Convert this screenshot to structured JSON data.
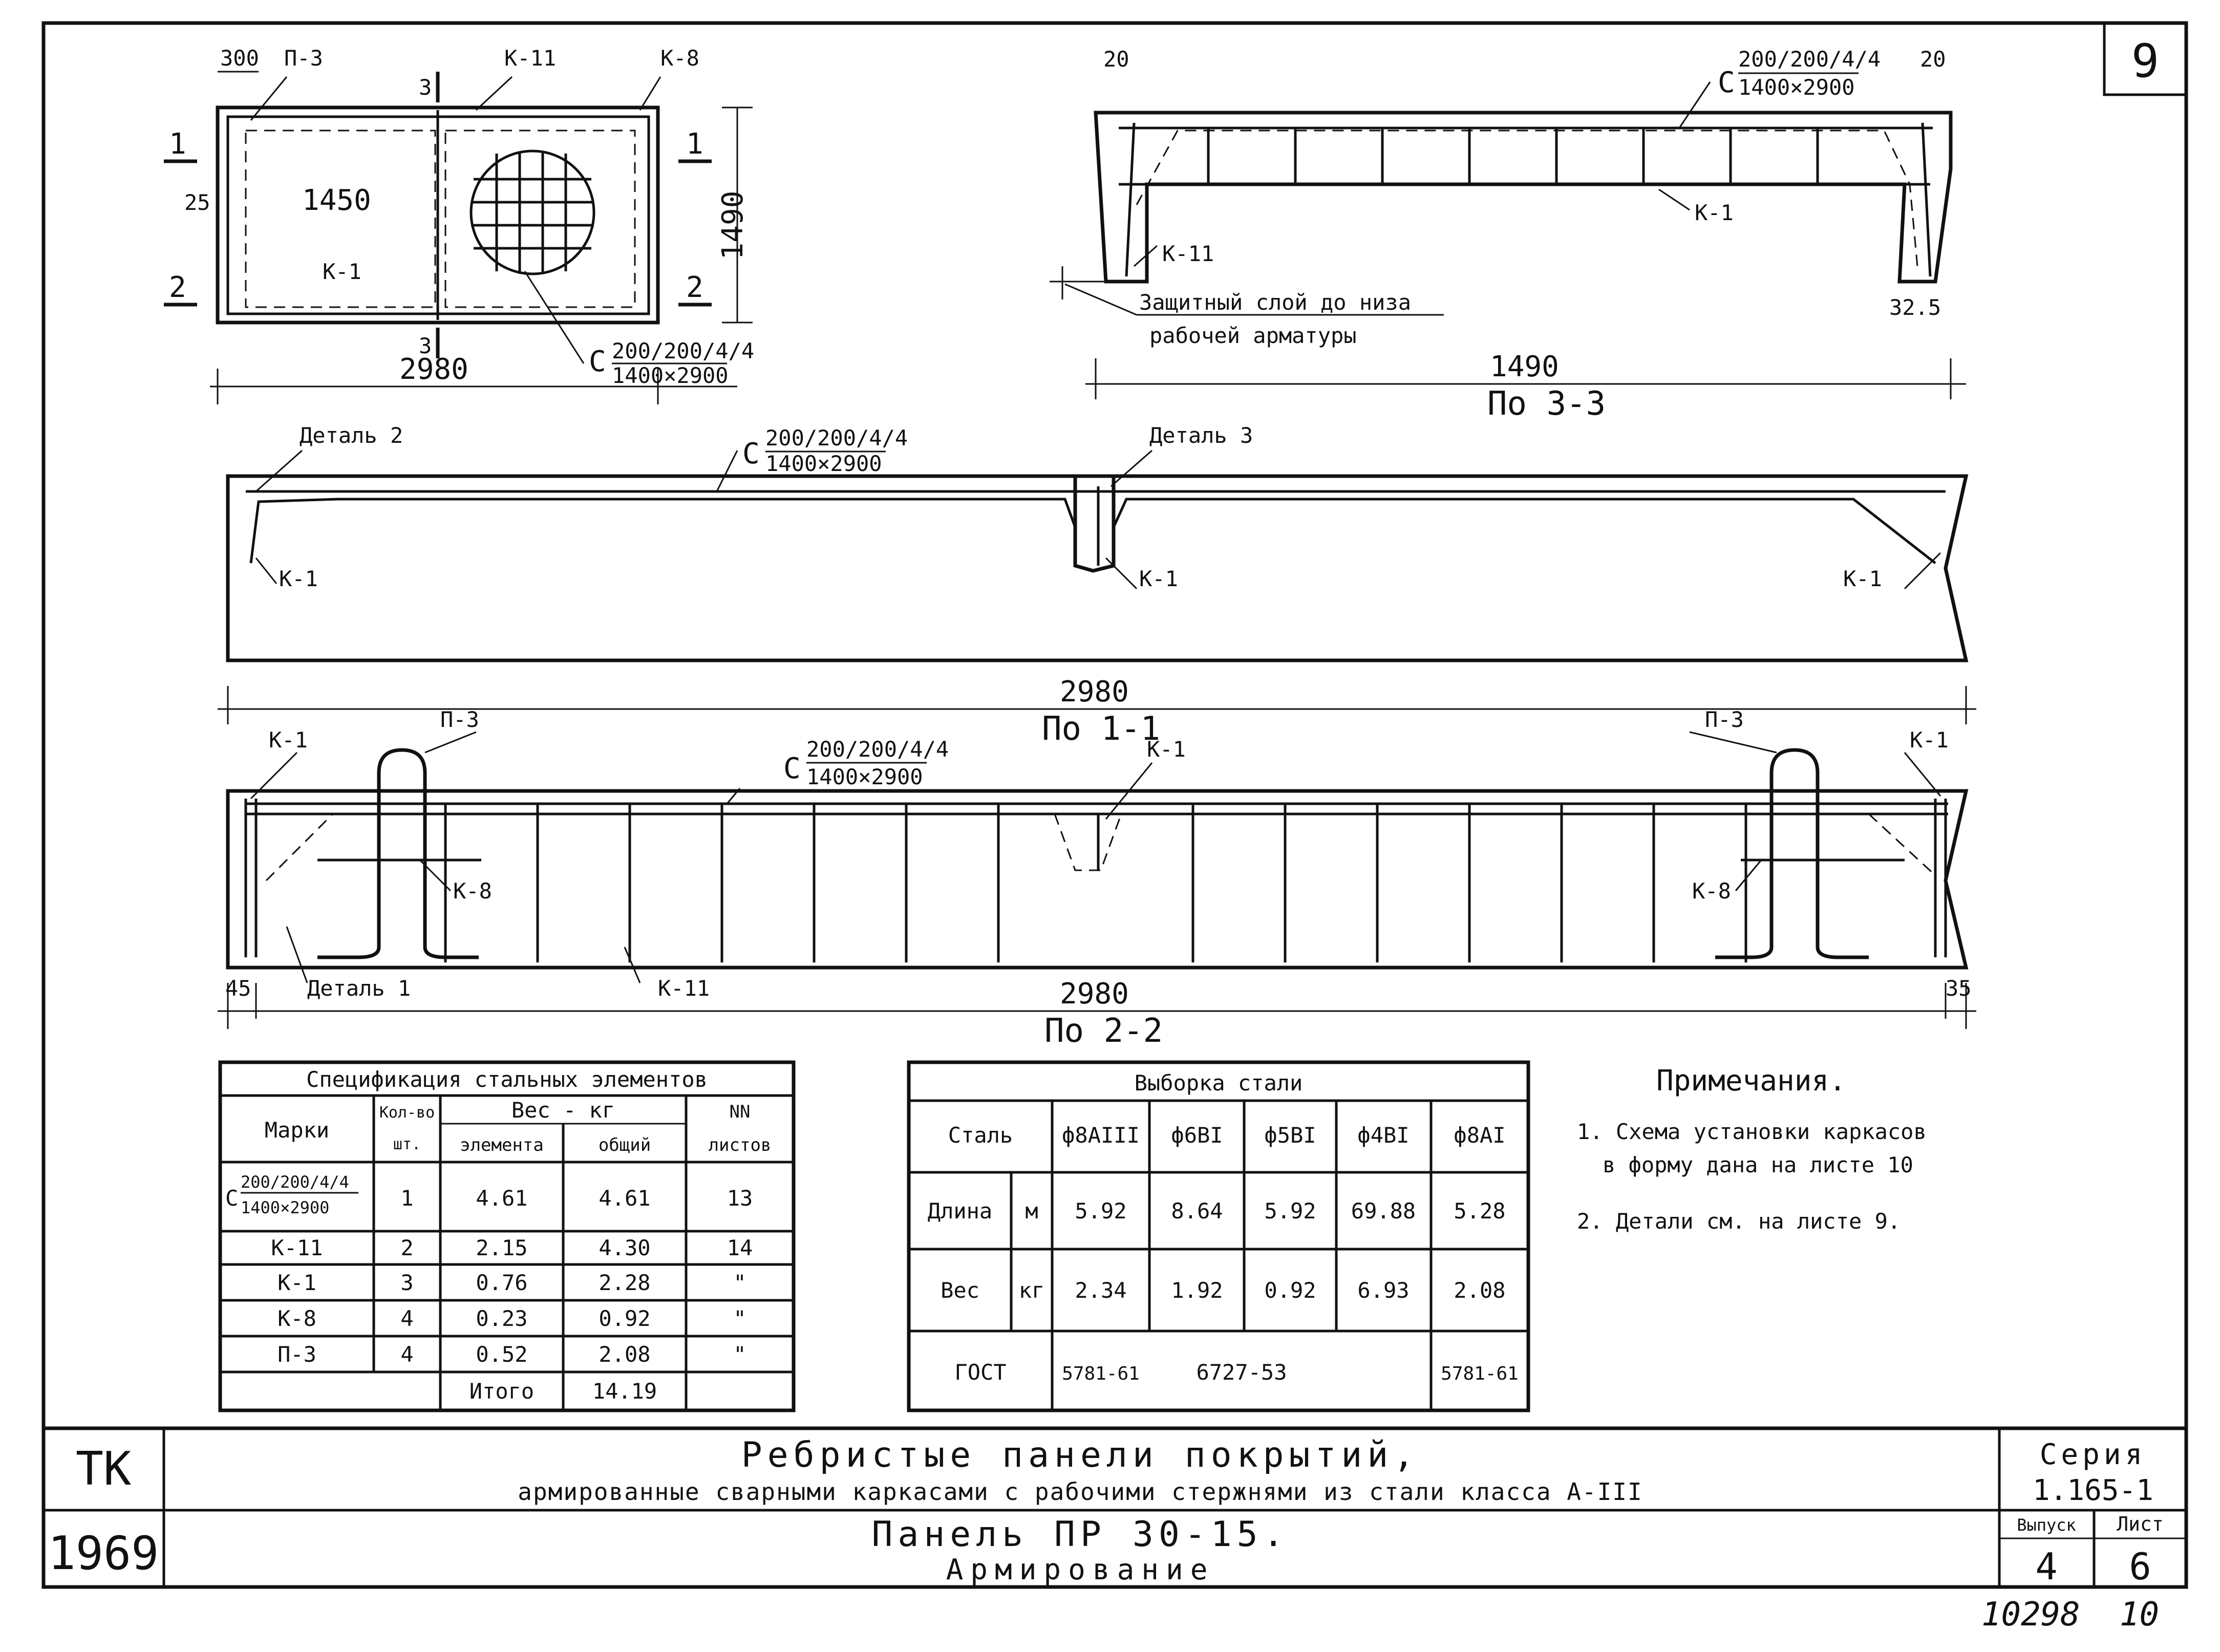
{
  "sheet_number": "9",
  "plan": {
    "dim_300": "300",
    "p3": "П-3",
    "k11": "К-11",
    "k8": "К-8",
    "sec1_left": "1",
    "sec1_right": "1",
    "sec2_left": "2",
    "sec2_right": "2",
    "sec3_top": "3",
    "sec3_bottom": "3",
    "dim_25": "25",
    "dim_1450": "1450",
    "dim_1490": "1490",
    "k1": "К-1",
    "dim_2980": "2980",
    "mesh_num": "200/200/4/4",
    "mesh_den": "1400×2900"
  },
  "section33": {
    "dim_20_left": "20",
    "dim_20_right": "20",
    "mesh_num": "200/200/4/4",
    "mesh_den": "1400×2900",
    "k1": "К-1",
    "k11": "К-11",
    "cover_line1": "Защитный слой до низа",
    "cover_line2": "рабочей арматуры",
    "dim_325": "32.5",
    "dim_1490": "1490",
    "title": "По 3-3"
  },
  "section11": {
    "detail2": "Деталь 2",
    "detail3": "Деталь 3",
    "mesh_num": "200/200/4/4",
    "mesh_den": "1400×2900",
    "k1_left": "К-1",
    "k1_mid": "К-1",
    "k1_right": "К-1",
    "dim_2980": "2980",
    "title": "По 1-1"
  },
  "section22": {
    "k1_left": "К-1",
    "p3_left": "П-3",
    "mesh_num": "200/200/4/4",
    "mesh_den": "1400×2900",
    "k1_mid": "К-1",
    "p3_right": "П-3",
    "k1_right": "К-1",
    "k8_left": "К-8",
    "k8_right": "К-8",
    "detail1": "Деталь 1",
    "k11": "К-11",
    "dim_45": "45",
    "dim_35": "35",
    "dim_2980": "2980",
    "title": "По 2-2"
  },
  "spec": {
    "title": "Спецификация стальных элементов",
    "h_marks": "Марки",
    "h_qty_1": "Кол-во",
    "h_qty_2": "шт.",
    "h_weight": "Вес - кг",
    "h_elem": "элемента",
    "h_total": "общий",
    "h_sheets_1": "NN",
    "h_sheets_2": "листов",
    "rows": [
      {
        "mark": "С 200/200/4/4 / 1400×2900",
        "mark_num": "200/200/4/4",
        "mark_den": "1400×2900",
        "qty": "1",
        "elem": "4.61",
        "total": "4.61",
        "sheet": "13"
      },
      {
        "mark": "К-11",
        "qty": "2",
        "elem": "2.15",
        "total": "4.30",
        "sheet": "14"
      },
      {
        "mark": "К-1",
        "qty": "3",
        "elem": "0.76",
        "total": "2.28",
        "sheet": "\""
      },
      {
        "mark": "К-8",
        "qty": "4",
        "elem": "0.23",
        "total": "0.92",
        "sheet": "\""
      },
      {
        "mark": "П-3",
        "qty": "4",
        "elem": "0.52",
        "total": "2.08",
        "sheet": "\""
      }
    ],
    "total_label": "Итого",
    "total_value": "14.19"
  },
  "steel": {
    "title": "Выборка стали",
    "h_steel": "Сталь",
    "cols": [
      "ф8АIII",
      "ф6ВI",
      "ф5ВI",
      "ф4ВI",
      "ф8АI"
    ],
    "length_label": "Длина",
    "length_unit": "м",
    "lengths": [
      "5.92",
      "8.64",
      "5.92",
      "69.88",
      "5.28"
    ],
    "weight_label": "Вес",
    "weight_unit": "кг",
    "weights": [
      "2.34",
      "1.92",
      "0.92",
      "6.93",
      "2.08"
    ],
    "gost_label": "ГОСТ",
    "gost_1": "5781-61",
    "gost_2": "6727-53",
    "gost_3": "5781-61"
  },
  "notes": {
    "title": "Примечания.",
    "n1_line1": "1. Схема установки каркасов",
    "n1_line2": "в форму дана на листе 10",
    "n2": "2. Детали см. на листе 9."
  },
  "titleblock": {
    "org": "ТК",
    "year": "1969",
    "title_line1": "Ребристые панели покрытий,",
    "title_line2": "армированные сварными каркасами с рабочими стержнями из стали класса А-III",
    "subtitle_line1": "Панель ПР 30-15.",
    "subtitle_line2": "Армирование",
    "series_label": "Серия",
    "series_value": "1.165-1",
    "issue_label": "Выпуск",
    "issue_value": "4",
    "sheet_label": "Лист",
    "sheet_value": "6"
  },
  "stamp": {
    "archive_no": "10298",
    "page_no": "10"
  }
}
